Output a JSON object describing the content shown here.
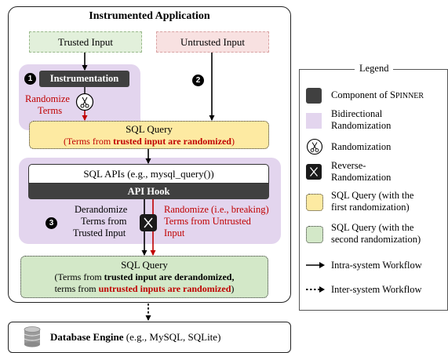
{
  "app": {
    "title": "Instrumented Application",
    "trusted_input": "Trusted Input",
    "untrusted_input": "Untrusted Input",
    "instrumentation": "Instrumentation",
    "step1": "1",
    "step2": "2",
    "step3": "3",
    "randomize_terms_1": "Randomize",
    "randomize_terms_2": "Terms",
    "sql_query_1_title": "SQL Query",
    "sql_query_1_sub_pre": "(Terms from ",
    "sql_query_1_sub_bold": "trusted input are randomized",
    "sql_query_1_sub_post": ")",
    "sql_apis": "SQL APIs  (e.g., mysql_query())",
    "api_hook": "API Hook",
    "derandomize_1": "Derandomize",
    "derandomize_2": "Terms from",
    "derandomize_3": "Trusted Input",
    "randomize_break_1": "Randomize (i.e., breaking)",
    "randomize_break_2": "Terms from Untrusted",
    "randomize_break_3": "Input",
    "sql_query_2_title": "SQL Query",
    "sql_query_2_l1_pre": "(Terms from ",
    "sql_query_2_l1_bold": "trusted input are derandomized,",
    "sql_query_2_l2_pre": "terms from ",
    "sql_query_2_l2_bold": "untrusted inputs are randomized",
    "sql_query_2_l2_post": ")"
  },
  "database": {
    "name": "Database Engine",
    "examples": " (e.g., MySQL, SQLite)"
  },
  "legend": {
    "title": "Legend",
    "component_pre": "Component of S",
    "component_sc": "PINNER",
    "bidirectional_1": "Bidirectional",
    "bidirectional_2": "Randomization",
    "randomization": "Randomization",
    "reverse_1": "Reverse-",
    "reverse_2": "Randomization",
    "sql_first_1": "SQL Query (with the",
    "sql_first_2": "first randomization)",
    "sql_second_1": "SQL Query (with the",
    "sql_second_2": "second randomization)",
    "intra": "Intra-system Workflow",
    "inter": "Inter-system Workflow"
  },
  "colors": {
    "purple_region": "#e3d5ee",
    "trusted_fill": "#e2f0db",
    "untrusted_fill": "#f8e1e1",
    "sql_first_fill": "#fdeaa2",
    "sql_second_fill": "#d3e8c8",
    "component_fill": "#404040",
    "red_text": "#c00000"
  }
}
